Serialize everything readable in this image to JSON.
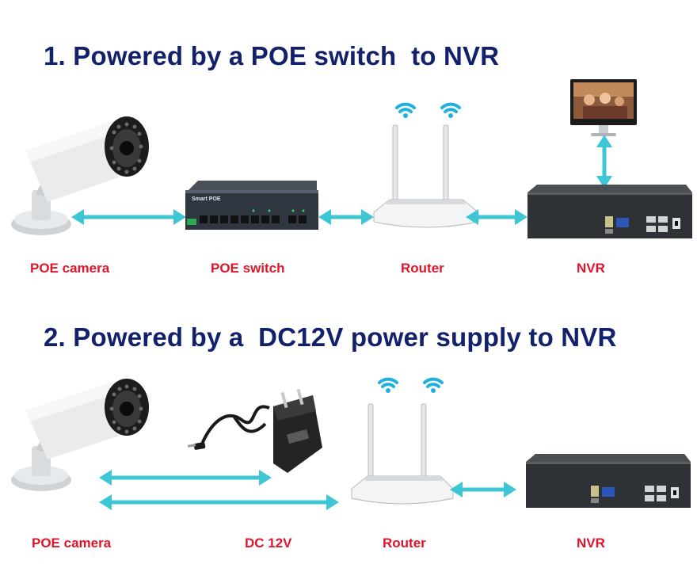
{
  "section1": {
    "title": "1. Powered by a POE switch  to NVR",
    "labels": {
      "camera": "POE camera",
      "switch": "POE switch",
      "router": "Router",
      "nvr": "NVR"
    },
    "switch_brand": "Smart POE"
  },
  "section2": {
    "title": "2. Powered by a  DC12V power supply to NVR",
    "labels": {
      "camera": "POE camera",
      "power": "DC 12V",
      "router": "Router",
      "nvr": "NVR"
    }
  },
  "colors": {
    "title": "#13206b",
    "label": "#e0152b",
    "arrow": "#3ec6d4",
    "wifi": "#1fb0e0"
  }
}
